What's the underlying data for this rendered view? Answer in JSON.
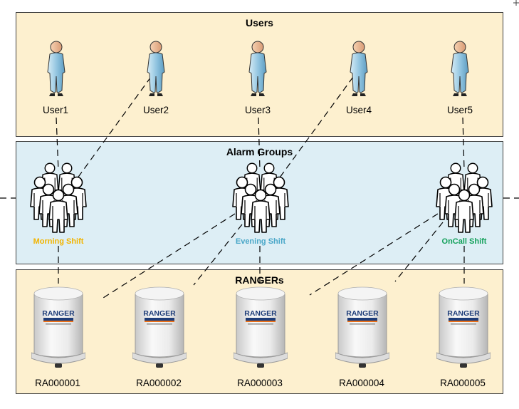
{
  "panels": {
    "users_title": "Users",
    "groups_title": "Alarm Groups",
    "rangers_title": "RANGERs"
  },
  "users": [
    {
      "label": "User1"
    },
    {
      "label": "User2"
    },
    {
      "label": "User3"
    },
    {
      "label": "User4"
    },
    {
      "label": "User5"
    }
  ],
  "groups": [
    {
      "label": "Morning Shift",
      "color": "#f2b400"
    },
    {
      "label": "Evening Shift",
      "color": "#4aa7c8"
    },
    {
      "label": "OnCall Shift",
      "color": "#12a05a"
    }
  ],
  "rangers": [
    {
      "label": "RA000001",
      "brand": "RANGER"
    },
    {
      "label": "RA000002",
      "brand": "RANGER"
    },
    {
      "label": "RA000003",
      "brand": "RANGER"
    },
    {
      "label": "RA000004",
      "brand": "RANGER"
    },
    {
      "label": "RA000005",
      "brand": "RANGER"
    }
  ],
  "colors": {
    "users_panel_bg": "#fdf0cf",
    "groups_panel_bg": "#ddeef5",
    "rangers_panel_bg": "#fdf0cf",
    "ranger_brand": "#1d3c78",
    "ranger_accent": "#e8701a"
  },
  "icons": {
    "user": "person-icon",
    "group": "group-of-people-icon",
    "ranger": "ranger-device-icon"
  }
}
